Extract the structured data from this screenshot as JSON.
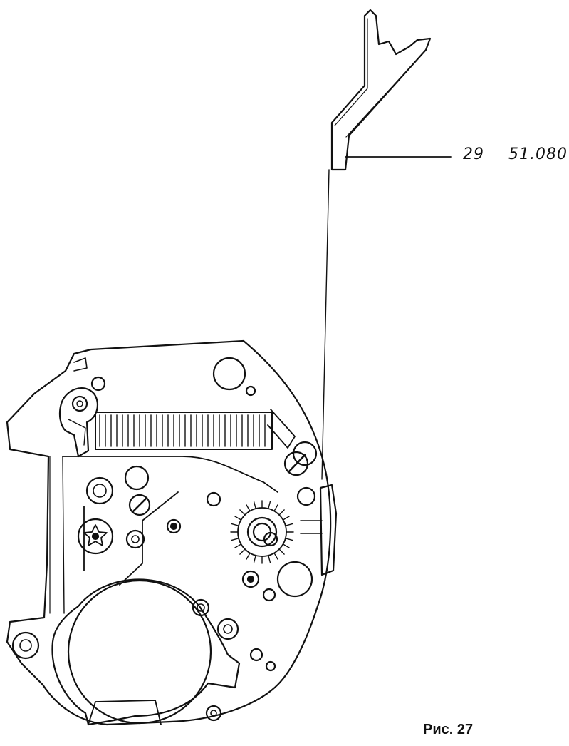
{
  "callout": {
    "position": "29",
    "part_number": "51.080"
  },
  "caption": "Рис. 27",
  "colors": {
    "ink": "#111111",
    "paper": "#ffffff"
  }
}
